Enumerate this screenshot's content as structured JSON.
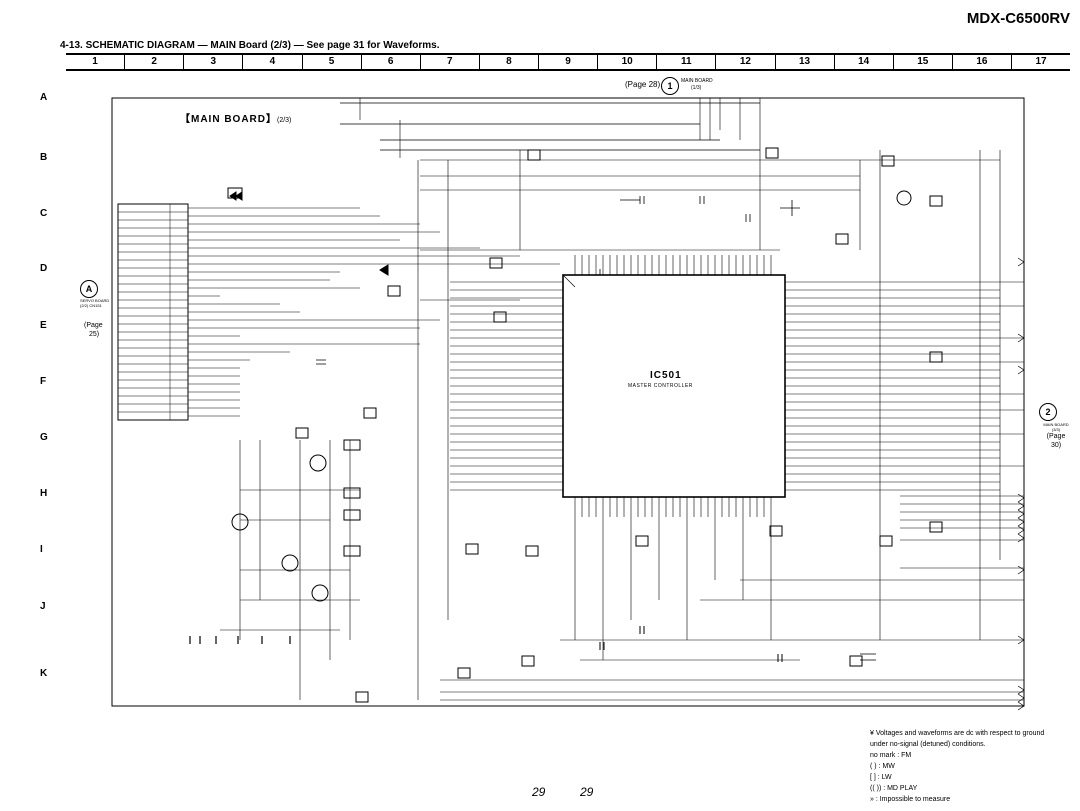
{
  "header": {
    "model": "MDX-C6500RV",
    "heading": "4-13.  SCHEMATIC  DIAGRAM  — MAIN Board (2/3) —  See page 31 for Waveforms."
  },
  "columns": [
    "1",
    "2",
    "3",
    "4",
    "5",
    "6",
    "7",
    "8",
    "9",
    "10",
    "11",
    "12",
    "13",
    "14",
    "15",
    "16",
    "17"
  ],
  "rows": [
    "A",
    "B",
    "C",
    "D",
    "E",
    "F",
    "G",
    "H",
    "I",
    "J",
    "K"
  ],
  "board_title": "MAIN BOARD",
  "board_title_sub": "(2/3)",
  "ic": {
    "ref": "IC501",
    "name": "MASTER CONTROLLER"
  },
  "connectors": {
    "top": {
      "symbol": "1",
      "page_ref": "(Page 28)",
      "label_line1": "MAIN BOARD",
      "label_line2": "(1/3)"
    },
    "left": {
      "symbol": "A",
      "label": "SERVO BOARD (2/2) CN151",
      "page_ref_line1": "(Page",
      "page_ref_line2": "25)"
    },
    "right": {
      "symbol": "2",
      "label": "MAIN BOARD (3/3)",
      "page_ref_line1": "(Page",
      "page_ref_line2": "30)"
    }
  },
  "notes": [
    "¥ Voltages and waveforms are dc with respect to ground",
    "   under no-signal (detuned) conditions.",
    "   no mark : FM",
    "   (      ) : MW",
    "   [      ] : LW",
    "   ((     )) : MD PLAY",
    "   »       : Impossible to measure"
  ],
  "page_numbers": [
    "29",
    "29"
  ]
}
